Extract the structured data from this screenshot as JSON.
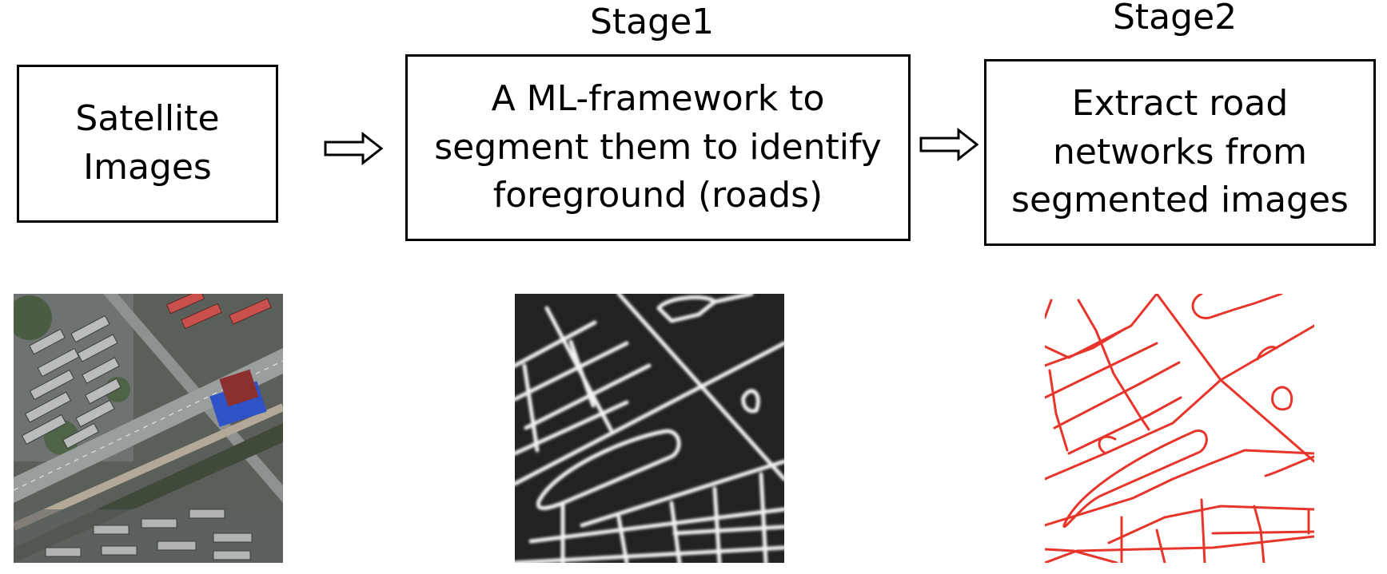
{
  "stages": {
    "stage1": "Stage1",
    "stage2": "Stage2"
  },
  "boxes": {
    "input": [
      "Satellite",
      "Images"
    ],
    "stage1": [
      "A ML-framework to",
      "segment them to identify",
      "foreground (roads)"
    ],
    "stage2": [
      "Extract road",
      "networks from",
      "segmented images"
    ]
  },
  "icons": {
    "arrow": "right-outline-arrow-icon"
  },
  "colors": {
    "road_network": "#e8352b",
    "segmentation_bg": "#222222",
    "segmentation_road": "#f2f2f2"
  }
}
